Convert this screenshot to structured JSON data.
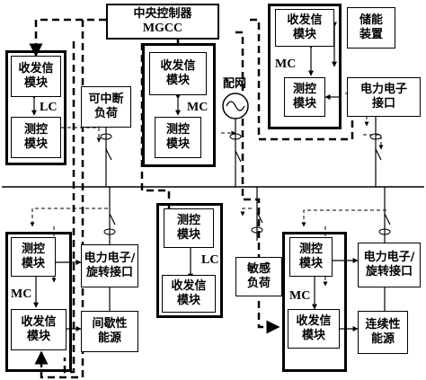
{
  "mgcc": {
    "line1": "中央控制器",
    "line2": "MGCC"
  },
  "unit_labels": {
    "lc": "LC",
    "mc": "MC"
  },
  "modules": {
    "transceiver": "收发信\n模块",
    "measure": "测控\n模块"
  },
  "loads": {
    "interruptible": "可中断\n负荷",
    "grid": "配网",
    "storage": "储能\n装置",
    "sensitive": "敏感\n负荷",
    "pe_interface_top": "电力电子\n接口",
    "pe_interface_left": "电力电子/\n旋转接口",
    "pe_interface_right": "电力电子/\n旋转接口",
    "intermittent_source": "间歇性\n能源",
    "continuous_source": "连续性\n能源"
  }
}
